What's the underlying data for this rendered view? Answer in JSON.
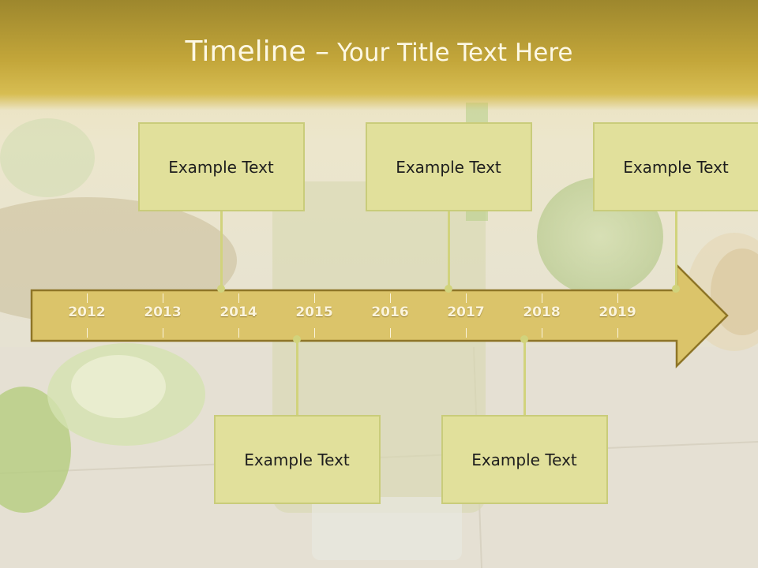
{
  "title_main": "Timeline –",
  "title_rest": "Your Title Text Here",
  "timeline": {
    "years": [
      "2012",
      "2013",
      "2014",
      "2015",
      "2016",
      "2017",
      "2018",
      "2019"
    ],
    "events": [
      {
        "text": "Example Text",
        "position": "above",
        "year": "2013"
      },
      {
        "text": "Example Text",
        "position": "below",
        "year": "2014"
      },
      {
        "text": "Example Text",
        "position": "above",
        "year": "2016"
      },
      {
        "text": "Example Text",
        "position": "below",
        "year": "2017"
      },
      {
        "text": "Example Text",
        "position": "above",
        "year": "2019"
      }
    ]
  },
  "colors": {
    "header": "#c3a63a",
    "arrow_fill": "#dbc46a",
    "arrow_stroke": "#8e7527",
    "box_fill": "#e1e09b",
    "connector": "#d1d37c"
  }
}
